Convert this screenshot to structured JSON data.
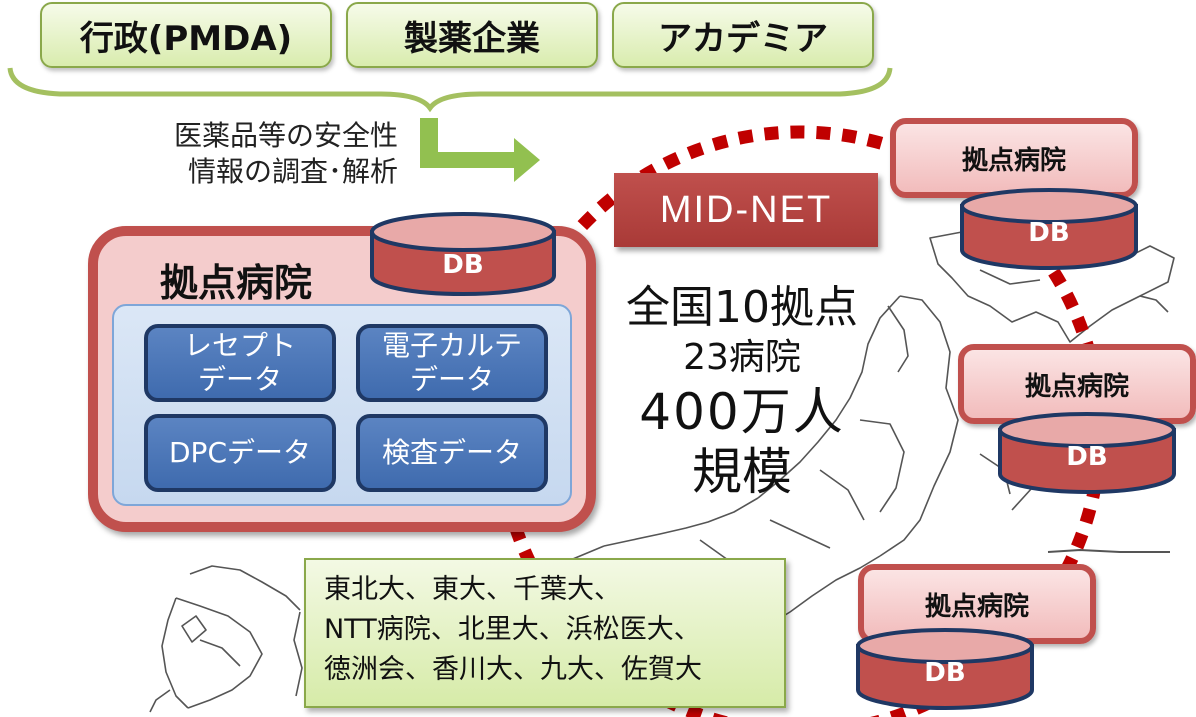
{
  "top_boxes": [
    "行政(PMDA)",
    "製薬企業",
    "アカデミア"
  ],
  "caption": [
    "医薬品等の安全性",
    "情報の調査･解析"
  ],
  "midnet_label": "MID-NET",
  "stats": {
    "line1": "全国10拠点",
    "line2": "23病院",
    "line3": "400万人",
    "line4": "規模"
  },
  "main_hospital": {
    "title": "拠点病院",
    "db": "DB",
    "data_types": [
      "レセプト\nデータ",
      "電子カルテ\nデータ",
      "DPCデータ",
      "検査データ"
    ]
  },
  "satellite_hospitals": [
    {
      "label": "拠点病院",
      "db": "DB"
    },
    {
      "label": "拠点病院",
      "db": "DB"
    },
    {
      "label": "拠点病院",
      "db": "DB"
    }
  ],
  "universities": [
    "東北大、東大、千葉大、",
    "NTT病院、北里大、浜松医大、",
    "徳洲会、香川大、九大、佐賀大"
  ],
  "colors": {
    "red": "#c0504d",
    "dark_red": "#a93a37",
    "green_border": "#8aa84a",
    "blue": "#4472c4",
    "navy": "#1f3864"
  }
}
